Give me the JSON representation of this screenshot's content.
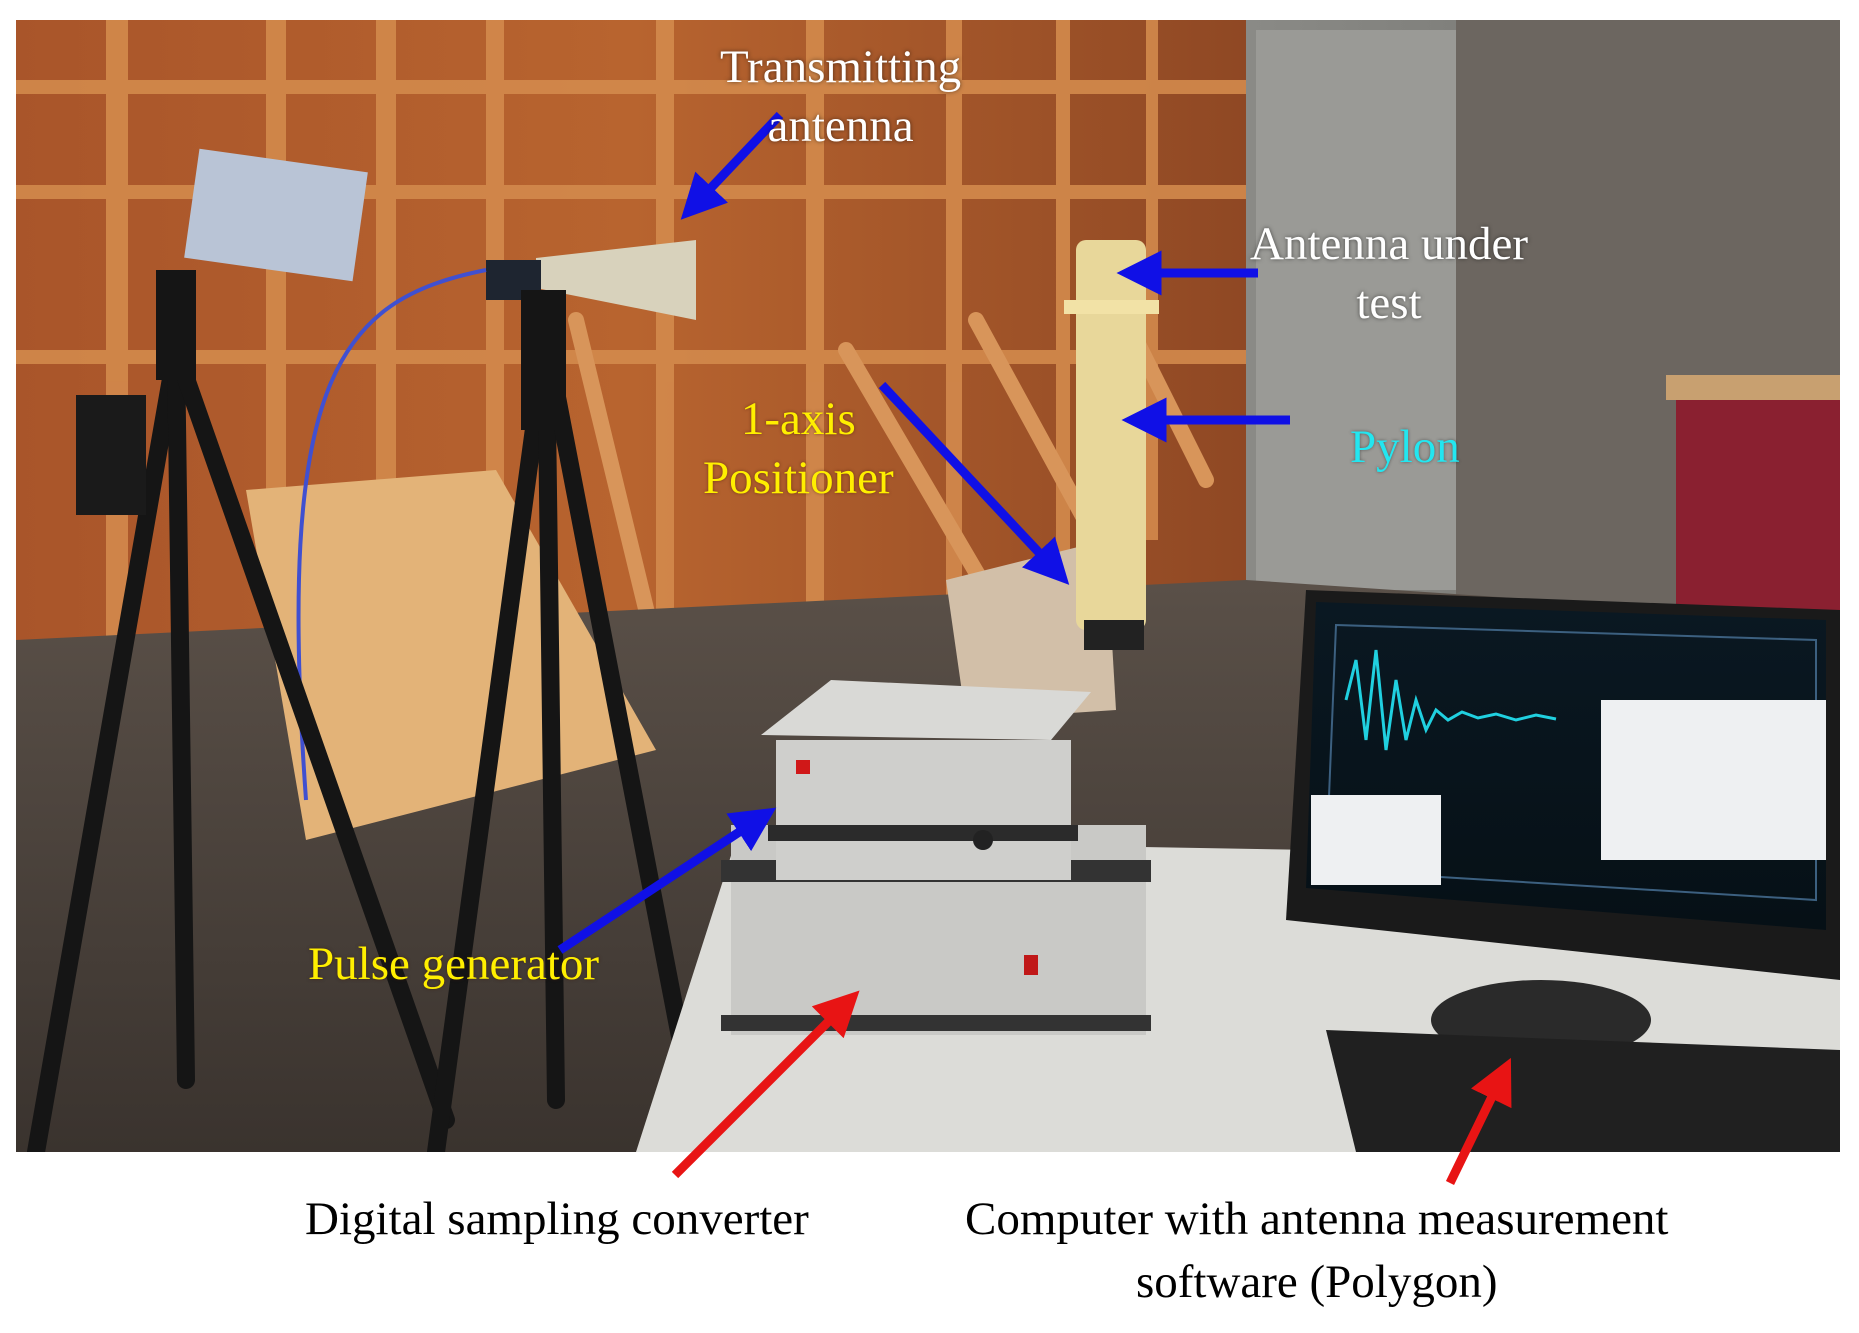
{
  "labels": {
    "transmitting_antenna": [
      "Transmitting",
      "antenna"
    ],
    "antenna_under_test": [
      "Antenna under",
      "test"
    ],
    "positioner": [
      "1-axis",
      "Positioner"
    ],
    "pylon": "Pylon",
    "pulse_generator": "Pulse generator",
    "digital_sampling_converter": "Digital sampling converter",
    "computer": [
      "Computer with antenna measurement",
      "software (Polygon)"
    ]
  },
  "colors": {
    "label_white": "#ffffff",
    "label_yellow": "#ffef00",
    "label_cyan": "#23e6f0",
    "arrow_blue": "#1010e6",
    "arrow_red": "#e81414",
    "caption_black": "#000000"
  }
}
